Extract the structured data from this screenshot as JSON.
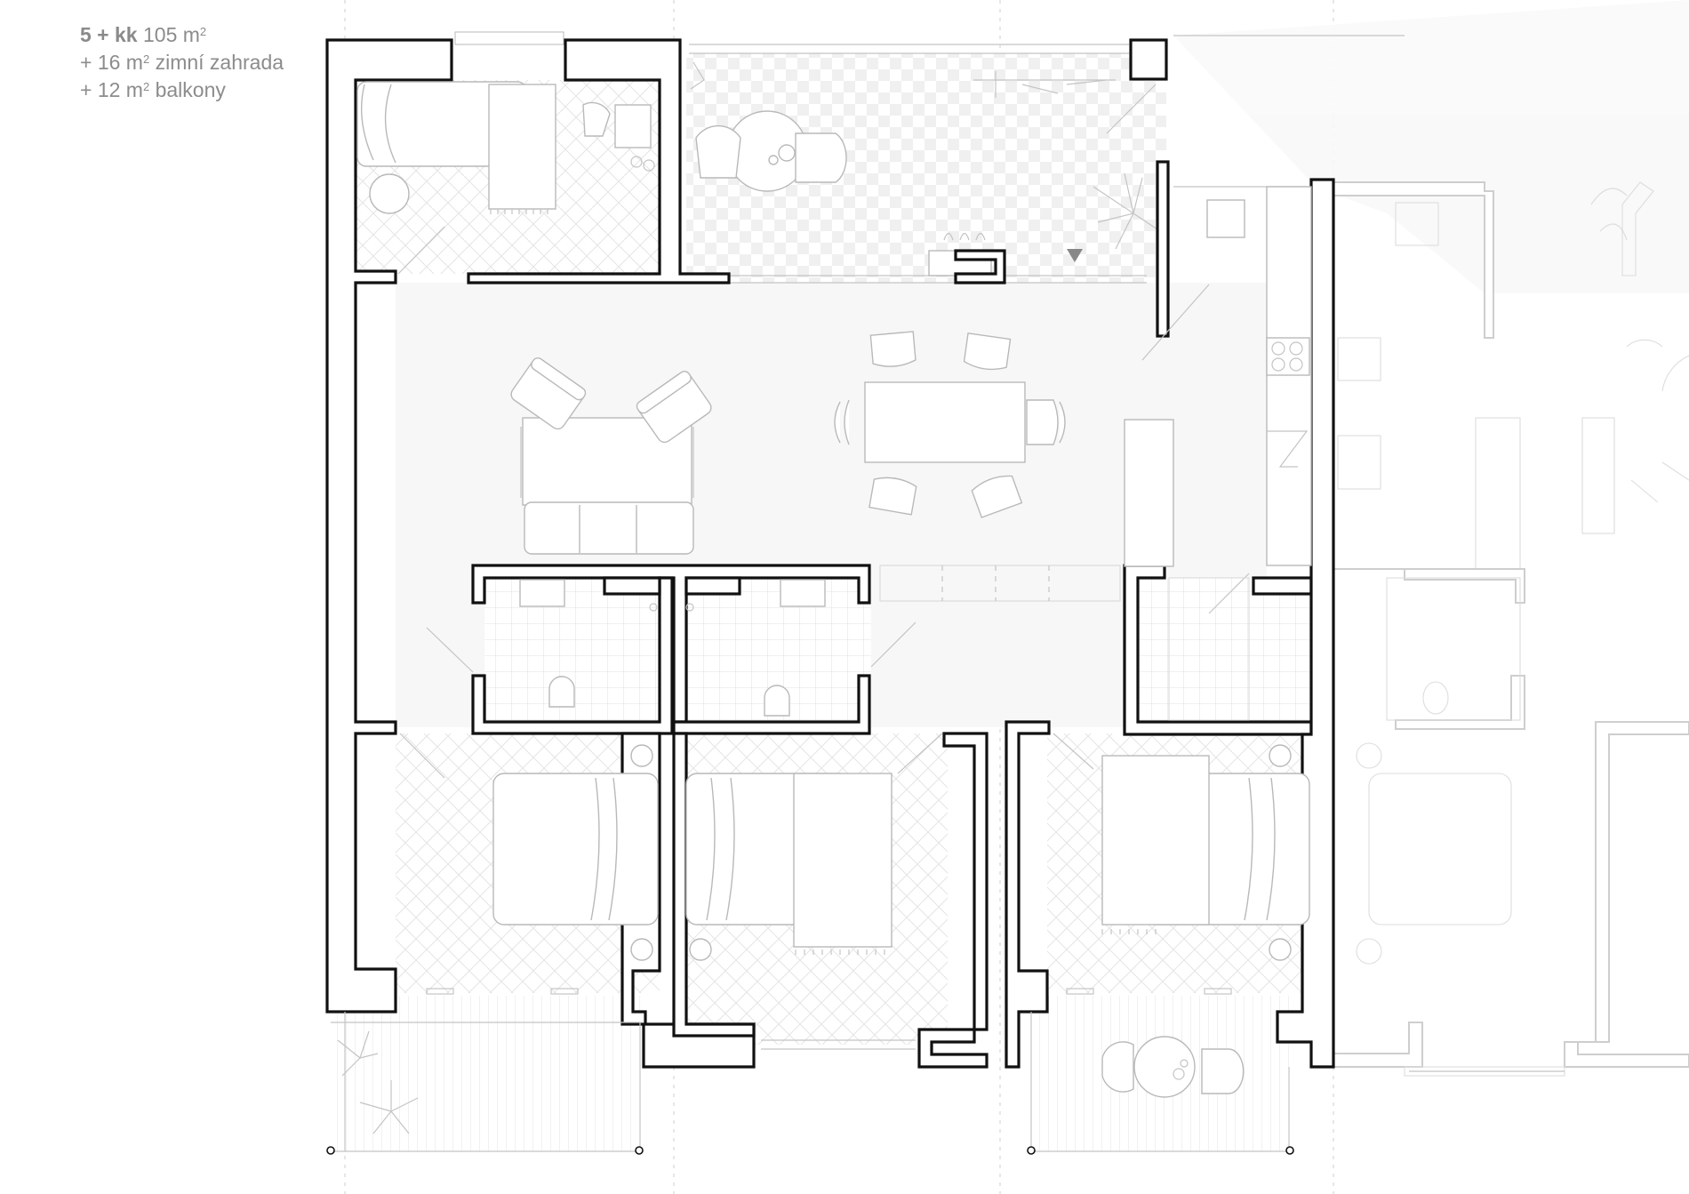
{
  "legend": {
    "apartment_type": "5 + kk",
    "main_area": "105 m",
    "winter_garden_area": "+ 16 m",
    "winter_garden_label": "zimní zahrada",
    "balcony_area": "+ 12 m",
    "balcony_label": "balkony",
    "superscript": "2"
  },
  "colors": {
    "wall": "#111111",
    "furniture": "#b9b9b9",
    "ghost": "#d2d2d2",
    "floor_living": "#f7f7f7",
    "legend_text": "#8c8c8c"
  }
}
